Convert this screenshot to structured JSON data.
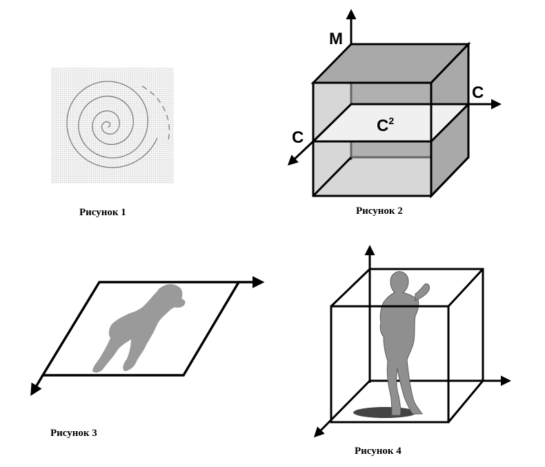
{
  "figures": [
    {
      "id": "fig1",
      "caption": "Рисунок 1"
    },
    {
      "id": "fig2",
      "caption": "Рисунок 2",
      "axes": {
        "vertical": "M",
        "horizontal": "C",
        "depth": "C"
      },
      "plane_label": {
        "base": "C",
        "exponent": "2"
      }
    },
    {
      "id": "fig3",
      "caption": "Рисунок 3"
    },
    {
      "id": "fig4",
      "caption": "Рисунок 4"
    }
  ],
  "colors": {
    "line": "#000000",
    "cube_fill": "#a9a9a9",
    "plane_fill": "#efefef",
    "spiral_background": "#e9e9e9",
    "silhouette": "#9a9a9a"
  }
}
